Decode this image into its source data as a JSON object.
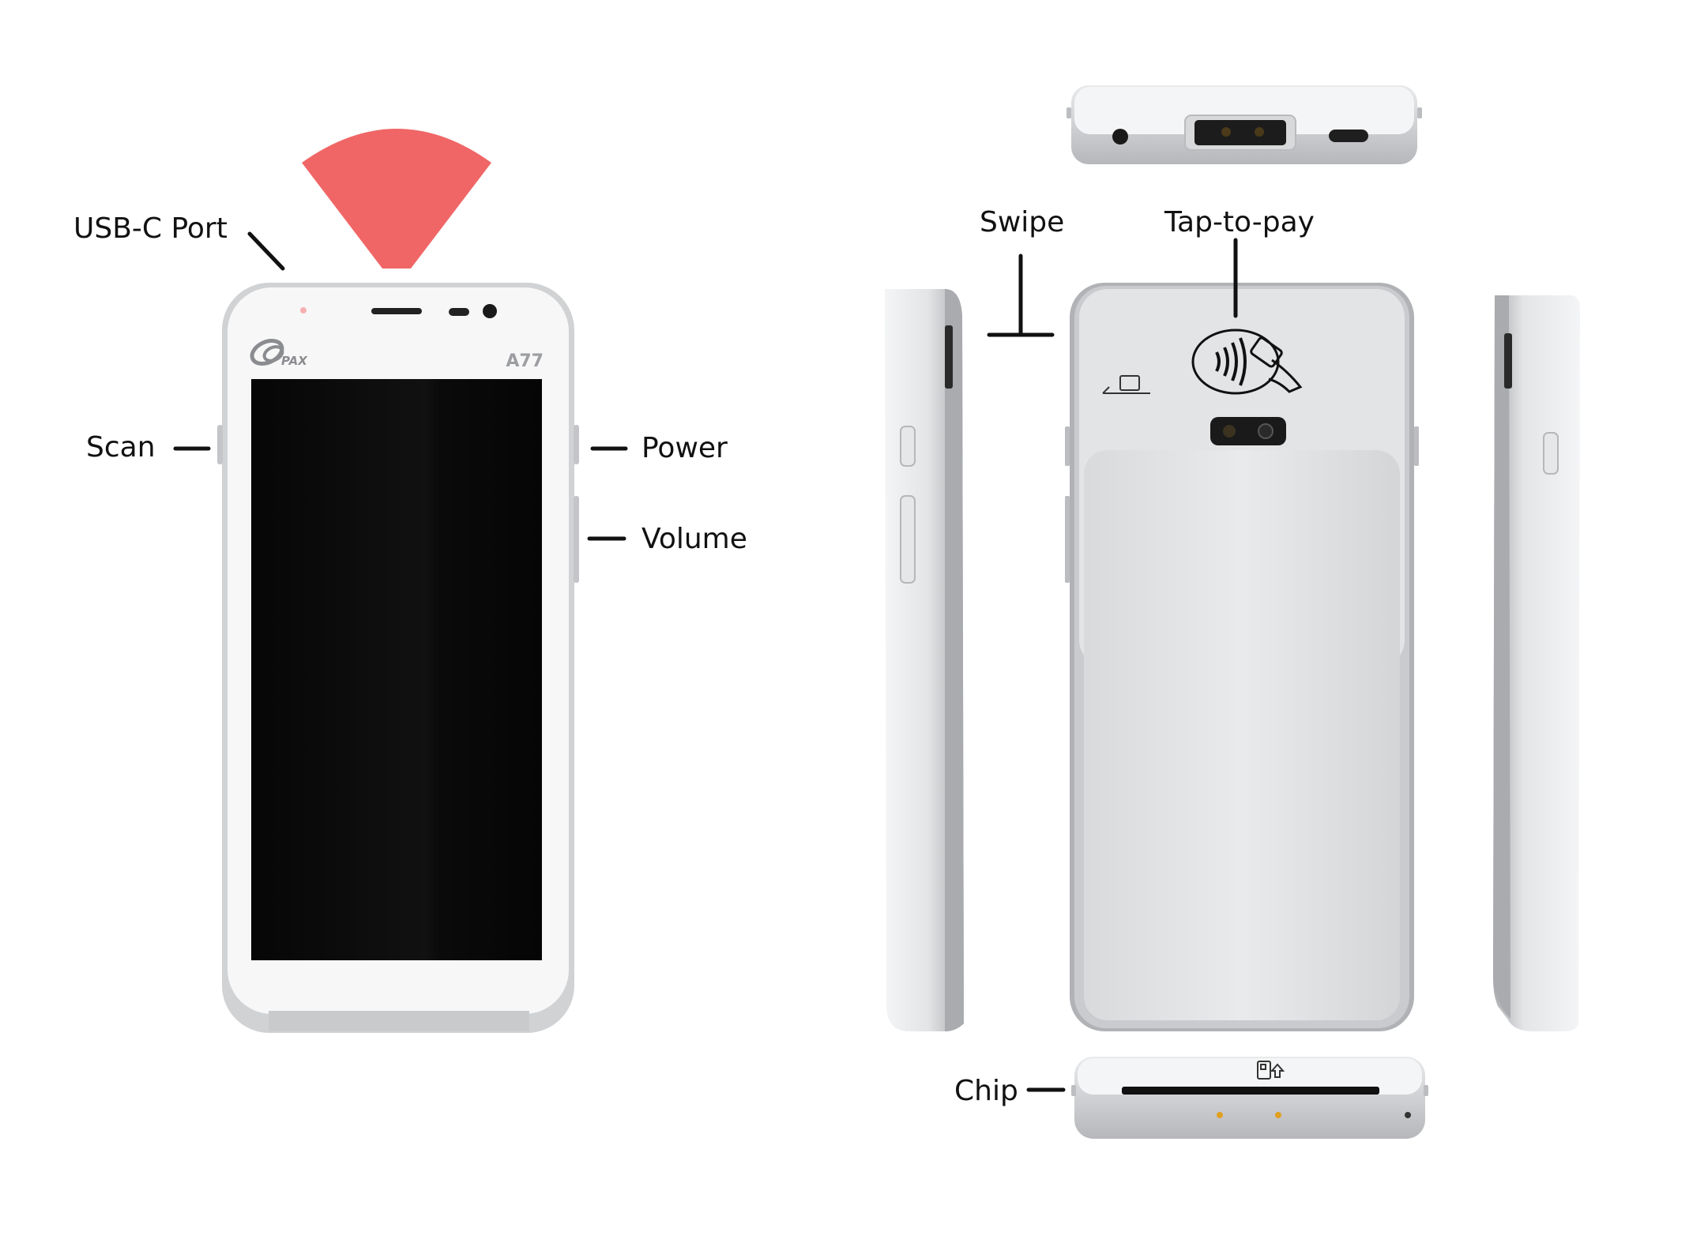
{
  "labels": {
    "usb_c_port": "USB-C Port",
    "scan": "Scan",
    "power": "Power",
    "volume": "Volume",
    "swipe": "Swipe",
    "tap_to_pay": "Tap-to-pay",
    "chip": "Chip"
  },
  "device": {
    "brand": "PAX",
    "model": "A77"
  },
  "colors": {
    "scan_beam": "#f06666",
    "screen": "#0b0b0b",
    "body_silver": "#c7c9cc",
    "body_light": "#f4f5f6",
    "label_text": "#111111",
    "leader_line": "#111111"
  }
}
